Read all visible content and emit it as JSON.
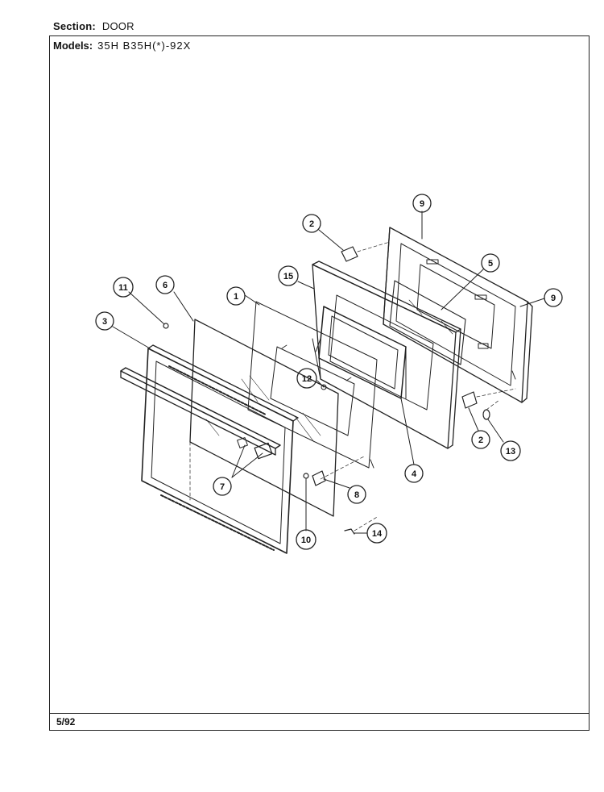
{
  "header": {
    "section_label": "Section:",
    "section_value": "DOOR",
    "models_label": "Models:",
    "models_value": "35H   B35H(*)-92X"
  },
  "footer": {
    "date": "5/92"
  },
  "callouts": [
    {
      "id": "c2a",
      "label": "2"
    },
    {
      "id": "c9a",
      "label": "9"
    },
    {
      "id": "c5",
      "label": "5"
    },
    {
      "id": "c9b",
      "label": "9"
    },
    {
      "id": "c15",
      "label": "15"
    },
    {
      "id": "c1",
      "label": "1"
    },
    {
      "id": "c6",
      "label": "6"
    },
    {
      "id": "c11",
      "label": "11"
    },
    {
      "id": "c3",
      "label": "3"
    },
    {
      "id": "c12",
      "label": "12"
    },
    {
      "id": "c4",
      "label": "4"
    },
    {
      "id": "c2b",
      "label": "2"
    },
    {
      "id": "c13",
      "label": "13"
    },
    {
      "id": "c7",
      "label": "7"
    },
    {
      "id": "c8",
      "label": "8"
    },
    {
      "id": "c10",
      "label": "10"
    },
    {
      "id": "c14",
      "label": "14"
    }
  ]
}
